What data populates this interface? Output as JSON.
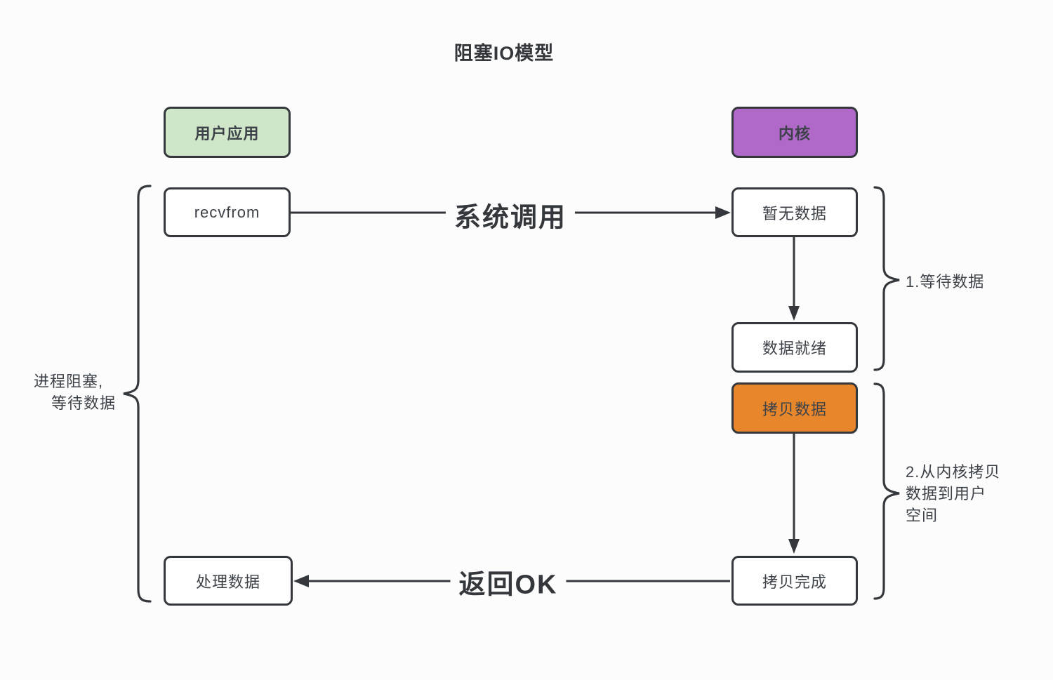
{
  "title": "阻塞IO模型",
  "colors": {
    "bg": "#fcfcfc",
    "node_bg": "#fefefe",
    "line": "#34383c",
    "text": "#3d4249",
    "title": "#33373b",
    "green": "#cfe6c8",
    "purple": "#b069c8",
    "orange": "#e8862c"
  },
  "headers": {
    "user_app": "用户应用",
    "kernel": "内核"
  },
  "nodes": {
    "recvfrom": "recvfrom",
    "no_data": "暂无数据",
    "data_ready": "数据就绪",
    "copy_data": "拷贝数据",
    "copy_done": "拷贝完成",
    "process_data": "处理数据"
  },
  "arrows": {
    "system_call": "系统调用",
    "return_ok": "返回OK"
  },
  "annotations": {
    "process_block": {
      "line1": "进程阻塞,",
      "line2": "等待数据"
    },
    "phase1": "1.等待数据",
    "phase2": {
      "line1": "2.从内核拷贝",
      "line2": "数据到用户",
      "line3": "空间"
    }
  }
}
